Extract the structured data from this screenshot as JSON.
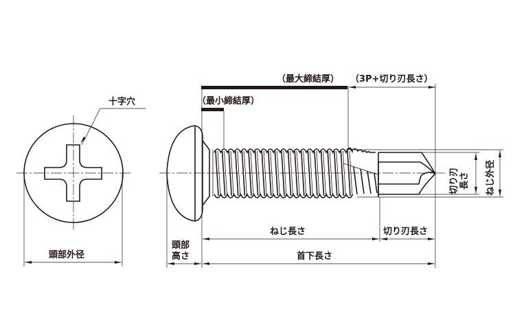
{
  "diagram": {
    "subject": "self-drilling pan head screw (cross recessed)",
    "views": [
      "front-view-head",
      "side-view"
    ],
    "labels": {
      "cross_recess": "十字穴",
      "head_diameter": "頭部外径",
      "head_height_line1": "頭部",
      "head_height_line2": "高さ",
      "max_fastening_thickness": "（最大締結厚）",
      "drill_tip_length_note": "（3P+切り刃長さ）",
      "min_fastening_thickness": "（最小締結厚）",
      "thread_length": "ねじ長さ",
      "cutting_edge_length": "切り刃長さ",
      "length_under_head": "首下長さ",
      "cutting_edge_diameter_line1": "切り刃",
      "cutting_edge_diameter_line2": "長さ",
      "thread_outer_diameter": "ねじ外径"
    },
    "colors": {
      "ink": "#231815",
      "background": "#ffffff"
    }
  }
}
